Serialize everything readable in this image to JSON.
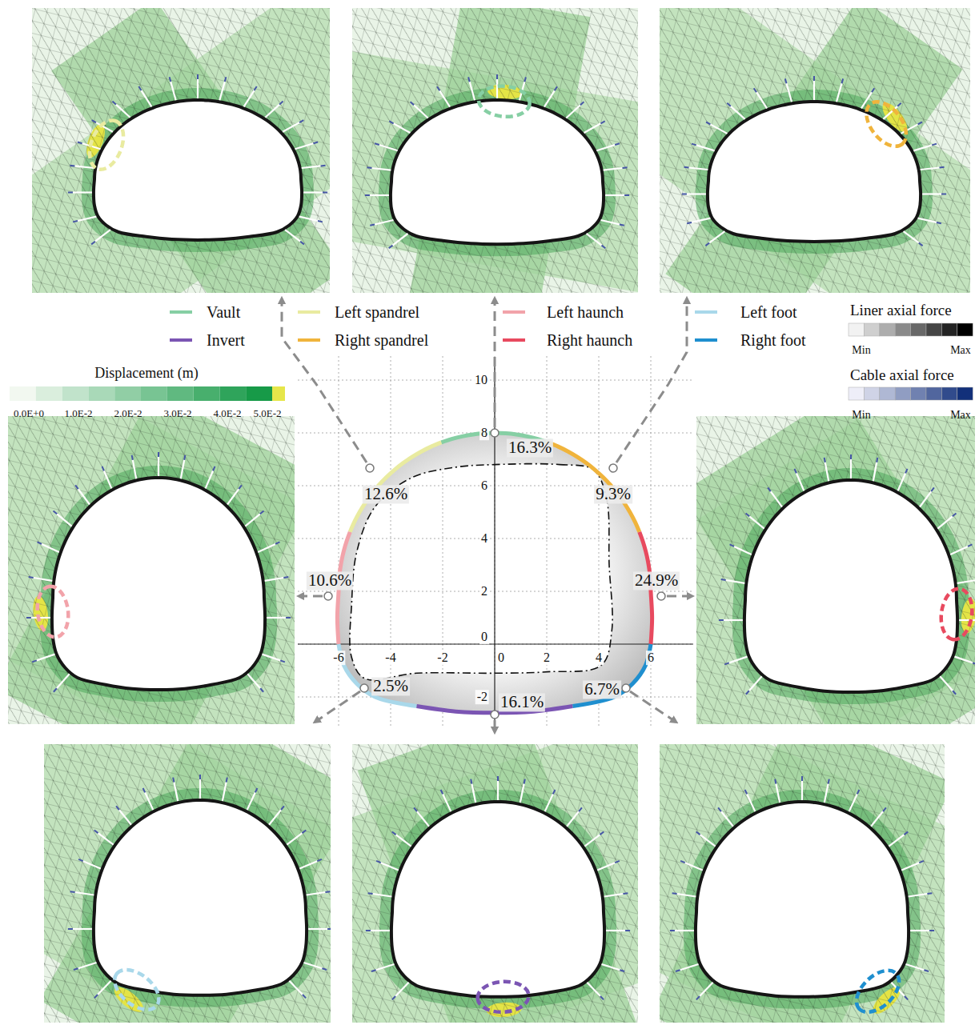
{
  "diagram": {
    "labels": [
      "Displacement (m)",
      "0.0E+0",
      "1.0E-2",
      "2.0E-2",
      "3.0E-2",
      "4.0E-2",
      "5.0E-2",
      "Liner axial force",
      "Min",
      "Max",
      "Cable axial force",
      "Min",
      "Max",
      "10",
      "8",
      "6",
      "4",
      "2",
      "0",
      "-2",
      "-6",
      "-4",
      "-2",
      "0",
      "2",
      "4",
      "6",
      "16.3%",
      "12.6%",
      "9.3%",
      "10.6%",
      "24.9%",
      "2.5%",
      "16.1%",
      "6.7%"
    ],
    "legend": [
      {
        "text": "Vault",
        "color": "#86cfa4"
      },
      {
        "text": "Left spandrel",
        "color": "#e9eba0"
      },
      {
        "text": "Left haunch",
        "color": "#f2a3aa"
      },
      {
        "text": "Left foot",
        "color": "#a9d8ea"
      },
      {
        "text": "Invert",
        "color": "#7b55b3"
      },
      {
        "text": "Right spandrel",
        "color": "#f0b43c"
      },
      {
        "text": "Right haunch",
        "color": "#e84a5f"
      },
      {
        "text": "Right foot",
        "color": "#1f8fcf"
      }
    ]
  }
}
